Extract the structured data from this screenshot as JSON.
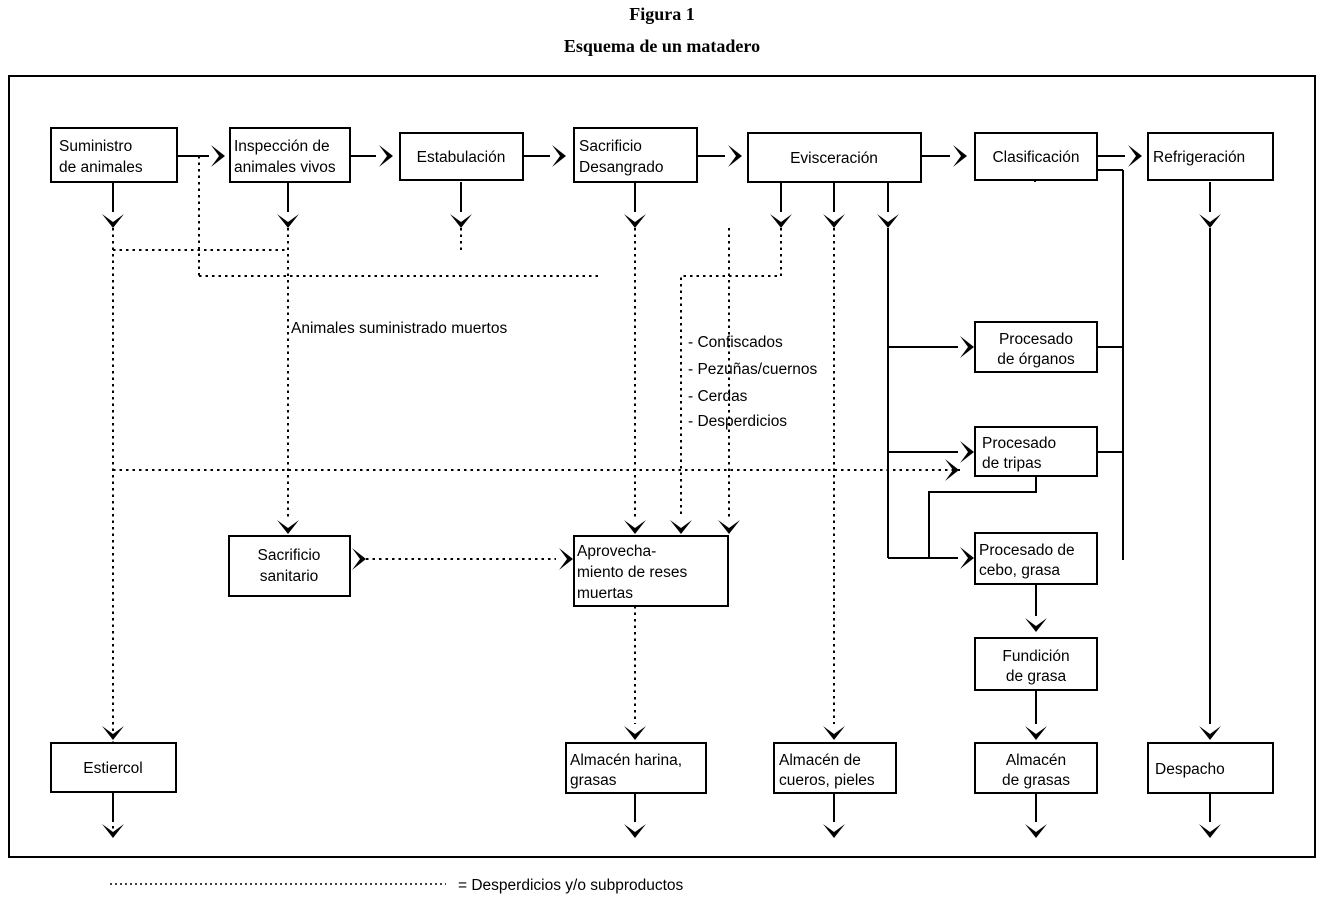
{
  "figure": {
    "label": "Figura 1",
    "subtitle": "Esquema de un matadero"
  },
  "legend": {
    "symbol_name": "dotted-line-sample",
    "text": "= Desperdicios y/o subproductos"
  },
  "nodes": {
    "suministro": {
      "line1": "Suministro",
      "line2": "de animales"
    },
    "inspeccion": {
      "line1": "Inspección de",
      "line2": "animales vivos"
    },
    "estabulacion": {
      "line1": "Estabulación",
      "line2": ""
    },
    "sacrificio_desangrado": {
      "line1": "Sacrificio",
      "line2": "Desangrado"
    },
    "evisceracion": {
      "line1": "Evisceración",
      "line2": ""
    },
    "clasificacion": {
      "line1": "Clasificación",
      "line2": ""
    },
    "refrigeracion": {
      "line1": "Refrigeración",
      "line2": ""
    },
    "procesado_organos": {
      "line1": "Procesado",
      "line2": "de órganos"
    },
    "procesado_tripas": {
      "line1": "Procesado",
      "line2": "de tripas"
    },
    "procesado_cebo": {
      "line1": "Procesado de",
      "line2": "cebo, grasa"
    },
    "fundicion_grasa": {
      "line1": "Fundición",
      "line2": "de grasa"
    },
    "sacrificio_sanitario": {
      "line1": "Sacrificio",
      "line2": "sanitario"
    },
    "aprovechamiento": {
      "line1": "Aprovecha-",
      "line2": "miento de reses",
      "line3": "muertas"
    },
    "estiercol": {
      "line1": "Estiercol",
      "line2": ""
    },
    "almacen_harina": {
      "line1": "Almacén harina,",
      "line2": "grasas"
    },
    "almacen_cueros": {
      "line1": "Almacén de",
      "line2": "cueros, pieles"
    },
    "almacen_grasas": {
      "line1": "Almacén",
      "line2": "de grasas"
    },
    "despacho": {
      "line1": "Despacho",
      "line2": ""
    }
  },
  "annotations": {
    "animales_muertos": "Animales suministrado muertos",
    "waste_list": [
      "- Confiscados",
      "- Pezuñas/cuernos",
      "- Cerdas",
      "- Desperdicios"
    ]
  },
  "colors": {
    "stroke": "#000000",
    "fill": "#ffffff",
    "text": "#000000"
  }
}
